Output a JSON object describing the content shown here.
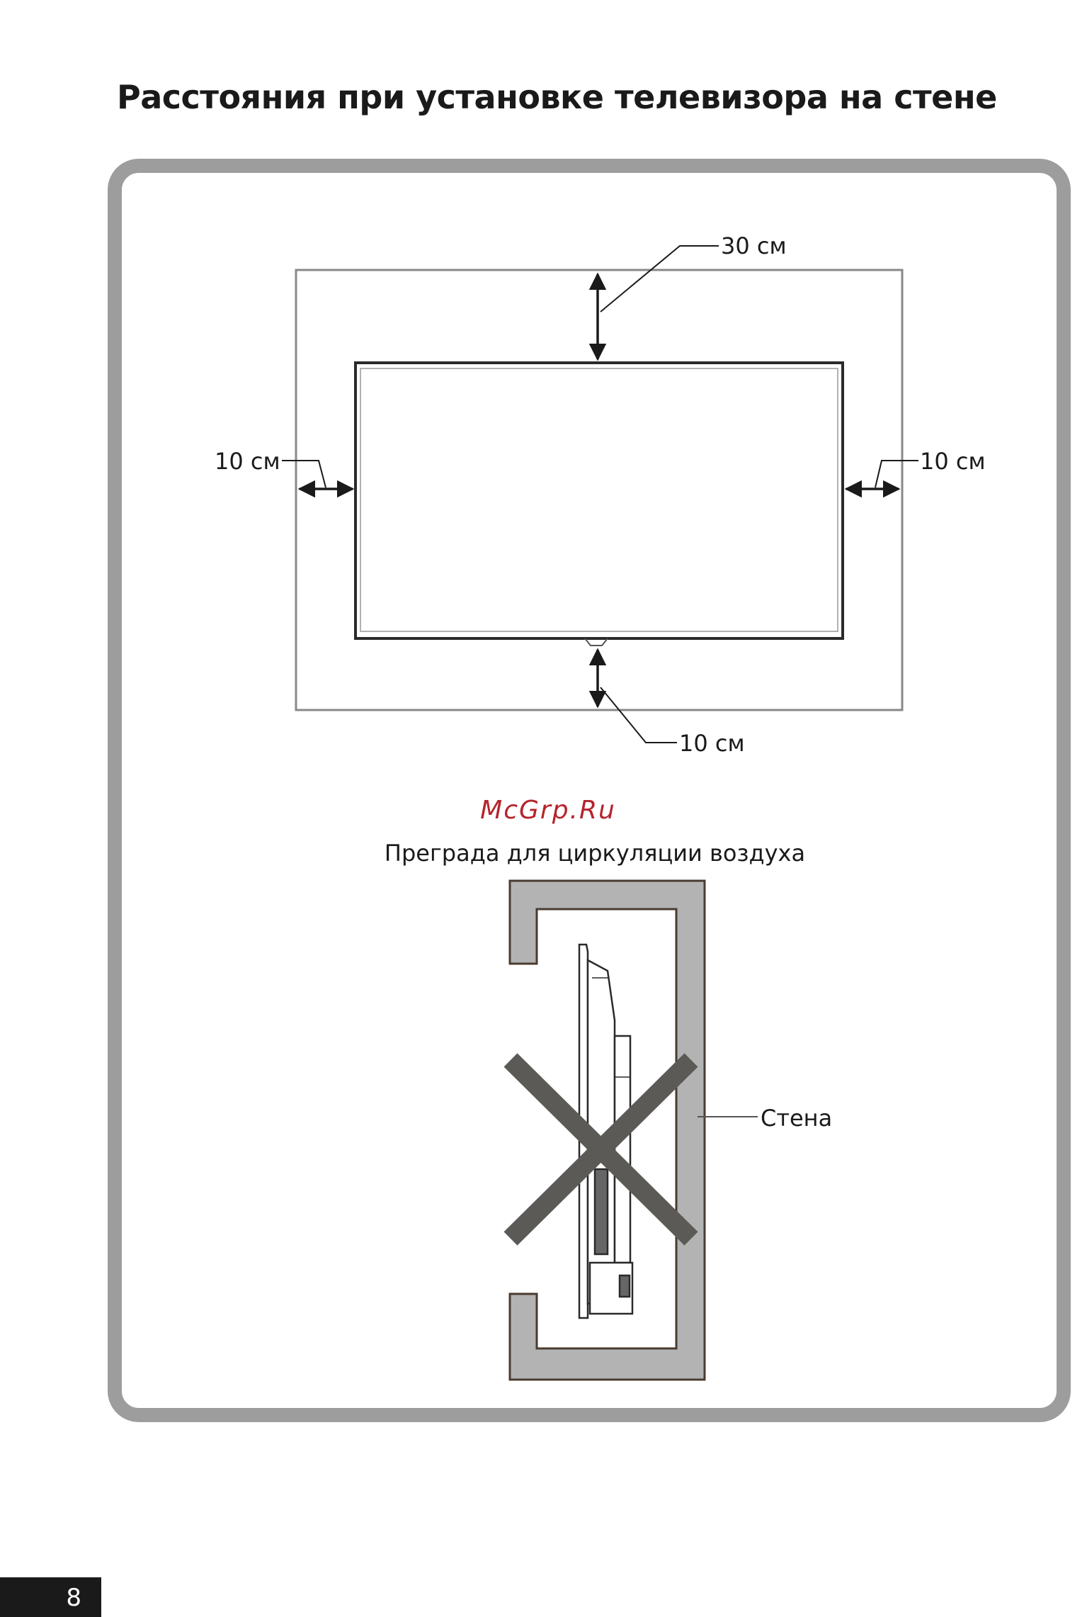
{
  "title": "Расстояния при установке телевизора на стене",
  "dimensions": {
    "top": "30 см",
    "left": "10 см",
    "right": "10 см",
    "bottom": "10 см"
  },
  "watermark": "McGrp.Ru",
  "side_diagram": {
    "caption": "Преграда для циркуляции воздуха",
    "wall_label": "Стена"
  },
  "page_number": "8",
  "colors": {
    "frame": "#9d9d9d",
    "wall_fill": "#b3b3b3",
    "cross": "#5b5a57",
    "watermark": "#b5242c"
  }
}
